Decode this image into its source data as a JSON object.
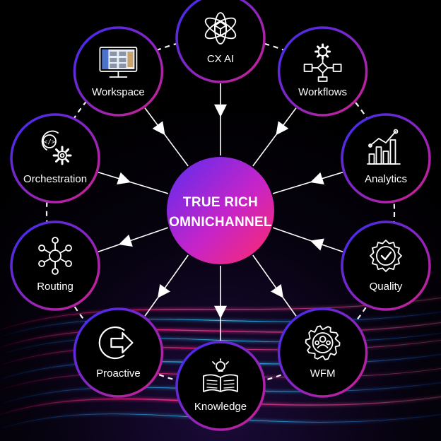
{
  "hub": {
    "line1": "TRUE RICH",
    "line2": "OMNICHANNEL",
    "gradient_start": "#5b2cf0",
    "gradient_mid": "#c624c8",
    "gradient_end": "#ff2a6a"
  },
  "colors": {
    "background": "#000000",
    "node_fill": "#000000",
    "node_ring_start": "#3b2cf5",
    "node_ring_end": "#d1208f",
    "connector": "#ffffff",
    "icon": "#ffffff",
    "streak_pink": "#ff2a8a",
    "streak_blue": "#2f6bff",
    "streak_cyan": "#36d6ff"
  },
  "nodes": [
    {
      "id": "cx-ai",
      "label": "CX AI",
      "icon": "ai-orbit-icon",
      "arrow_toward_hub": true
    },
    {
      "id": "workflows",
      "label": "Workflows",
      "icon": "workflow-gear-icon",
      "arrow_toward_hub": true
    },
    {
      "id": "analytics",
      "label": "Analytics",
      "icon": "bar-chart-icon",
      "arrow_toward_hub": true
    },
    {
      "id": "quality",
      "label": "Quality",
      "icon": "quality-badge-icon",
      "arrow_toward_hub": true
    },
    {
      "id": "wfm",
      "label": "WFM",
      "icon": "people-gear-icon",
      "arrow_toward_hub": false
    },
    {
      "id": "knowledge",
      "label": "Knowledge",
      "icon": "book-bulb-icon",
      "arrow_toward_hub": false
    },
    {
      "id": "proactive",
      "label": "Proactive",
      "icon": "arrow-right-icon",
      "arrow_toward_hub": false
    },
    {
      "id": "routing",
      "label": "Routing",
      "icon": "network-hub-icon",
      "arrow_toward_hub": false
    },
    {
      "id": "orchestration",
      "label": "Orchestration",
      "icon": "code-gear-icon",
      "arrow_toward_hub": true
    },
    {
      "id": "workspace",
      "label": "Workspace",
      "icon": "monitor-icon",
      "arrow_toward_hub": true
    }
  ]
}
